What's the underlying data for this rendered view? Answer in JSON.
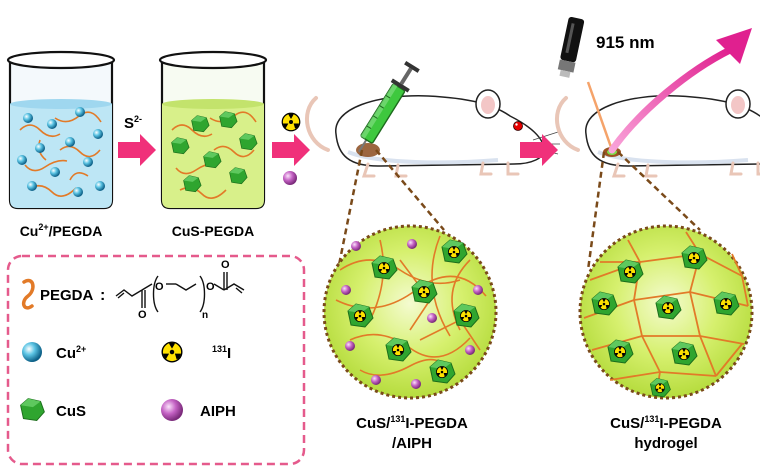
{
  "labels": {
    "beaker1": "Cu",
    "beaker1_sup": "2+",
    "beaker1_rest": "/PEGDA",
    "beaker2": "CuS-PEGDA",
    "sulfide": "S",
    "sulfide_sup": "2-",
    "laser": "915 nm",
    "zoom1_line1_a": "CuS/",
    "zoom1_line1_sup": "131",
    "zoom1_line1_b": "I-PEGDA",
    "zoom1_line2": "/AIPH",
    "zoom2_line1_a": "CuS/",
    "zoom2_line1_sup": "131",
    "zoom2_line1_b": "I-PEGDA",
    "zoom2_line2": "hydrogel"
  },
  "legend": {
    "pegda": "PEGDA",
    "colon": ":",
    "subscript_n": "n",
    "o_label": "O",
    "cu": "Cu",
    "cu_sup": "2+",
    "iodine_sup": "131",
    "iodine": "I",
    "cus": "CuS",
    "aiph": "AIPH"
  },
  "colors": {
    "blue_solution": "#bde6f5",
    "green_solution": "#d8f08a",
    "arrow": "#f0307a",
    "laser_beam": "#ec3fb5",
    "cus": "#2ea82e",
    "aiph": "#b24fb2",
    "pegda": "#e27a28",
    "dashed_border": "#e55a8c",
    "zoom_fill": "#d0ee6a",
    "zoom_border": "#7a4a1a"
  }
}
